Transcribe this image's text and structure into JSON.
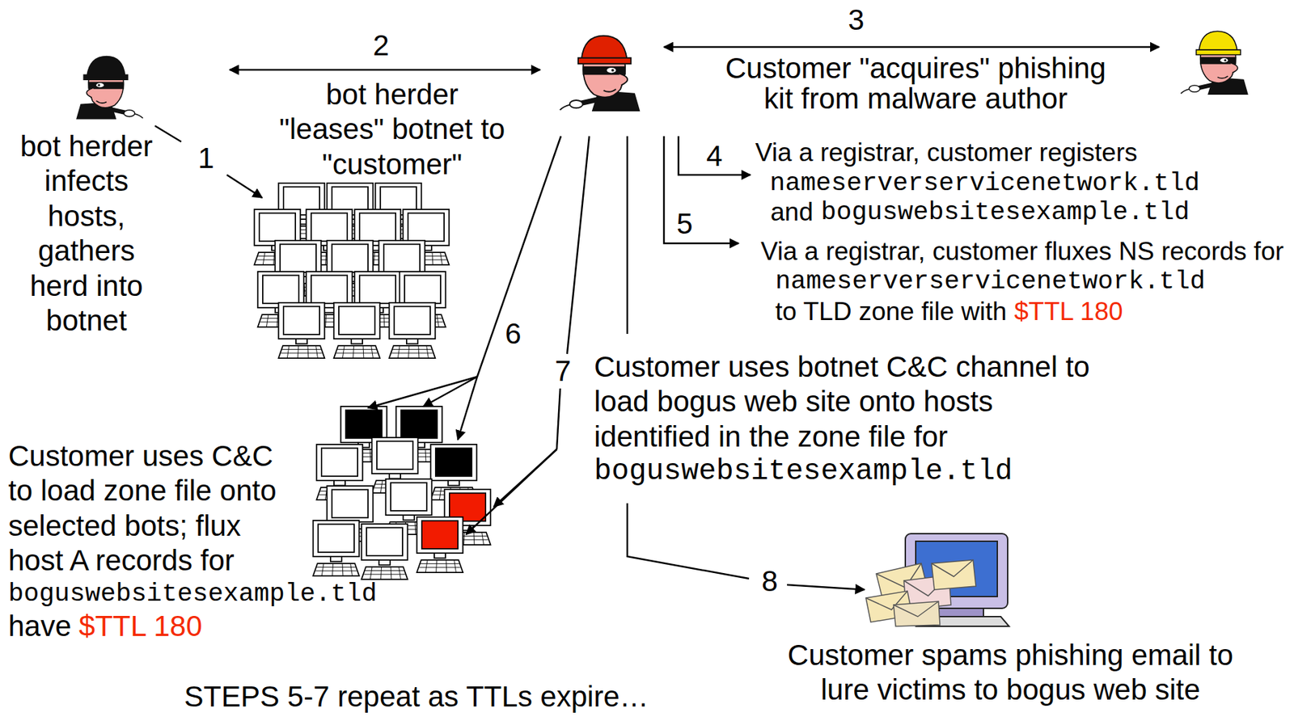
{
  "diagram": {
    "labels": [
      "3",
      "2",
      "Customer \"acquires\" phishing kit from malware author",
      "bot herder \"leases\" botnet to \"customer\"",
      "bot herder infects hosts, gathers herd into botnet",
      "1",
      "4",
      "Via a registrar, customer registers",
      "nameserverservicenetwork.tld",
      "and",
      "boguswebsitesexample.tld",
      "5",
      "Via a registrar, customer fluxes NS records for",
      "nameserverservicenetwork.tld",
      "to TLD zone file with",
      "$TTL 180",
      "6",
      "7",
      "Customer uses botnet C&C channel to load bogus web site onto hosts identified in the zone file for",
      "boguswebsitesexample.tld",
      "Customer uses C&C to load zone file onto selected bots; flux host A records for",
      "boguswebsitesexample.tld",
      "have",
      "$TTL 180",
      "8",
      "Customer spams phishing email to lure victims to bogus web site",
      "STEPS 5-7 repeat as TTLs expire…"
    ]
  }
}
